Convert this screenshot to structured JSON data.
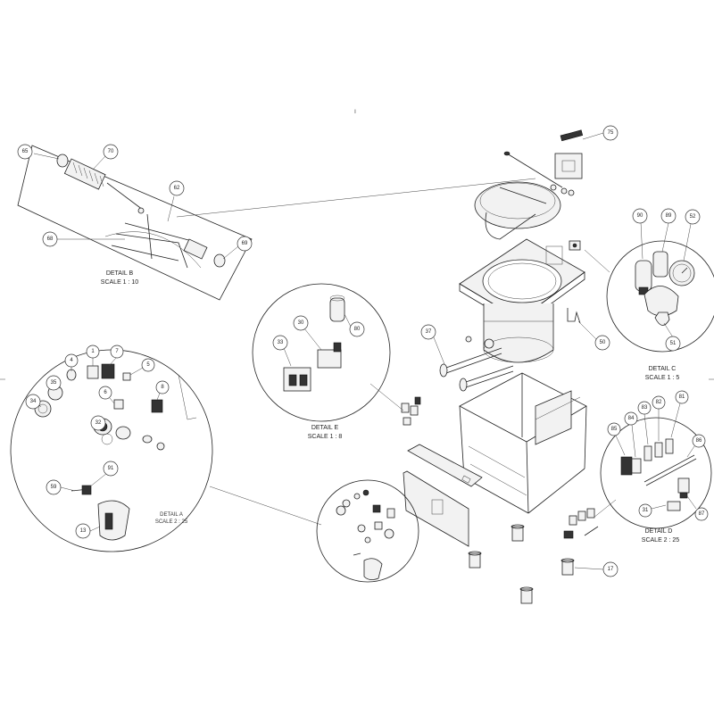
{
  "sheet": {
    "mark_top": "I"
  },
  "details": {
    "b": {
      "title": "DETAIL B",
      "scale": "SCALE 1 : 10"
    },
    "c": {
      "title": "DETAIL C",
      "scale": "SCALE 1 : 5"
    },
    "e": {
      "title": "DETAIL E",
      "scale": "SCALE 1 : 8"
    },
    "a": {
      "title": "DETAIL A",
      "scale": "SCALE 2 : 25"
    },
    "d": {
      "title": "DETAIL D",
      "scale": "SCALE 2 : 25"
    }
  },
  "balloons": {
    "b65": "65",
    "b70": "70",
    "b62": "62",
    "b68": "68",
    "b69": "69",
    "c90": "90",
    "c89": "89",
    "c52": "52",
    "c51": "51",
    "m75": "75",
    "m50": "50",
    "m37": "37",
    "m17": "17",
    "e30": "30",
    "e80": "80",
    "e33": "33",
    "a1": "1",
    "a7": "7",
    "a4": "4",
    "a5": "5",
    "a35": "35",
    "a6": "6",
    "a8": "8",
    "a34": "34",
    "a32": "32",
    "a91": "91",
    "a59": "59",
    "a13": "13",
    "d85": "85",
    "d84": "84",
    "d83": "83",
    "d82": "82",
    "d81": "81",
    "d86": "86",
    "d31": "31",
    "d87": "87"
  }
}
